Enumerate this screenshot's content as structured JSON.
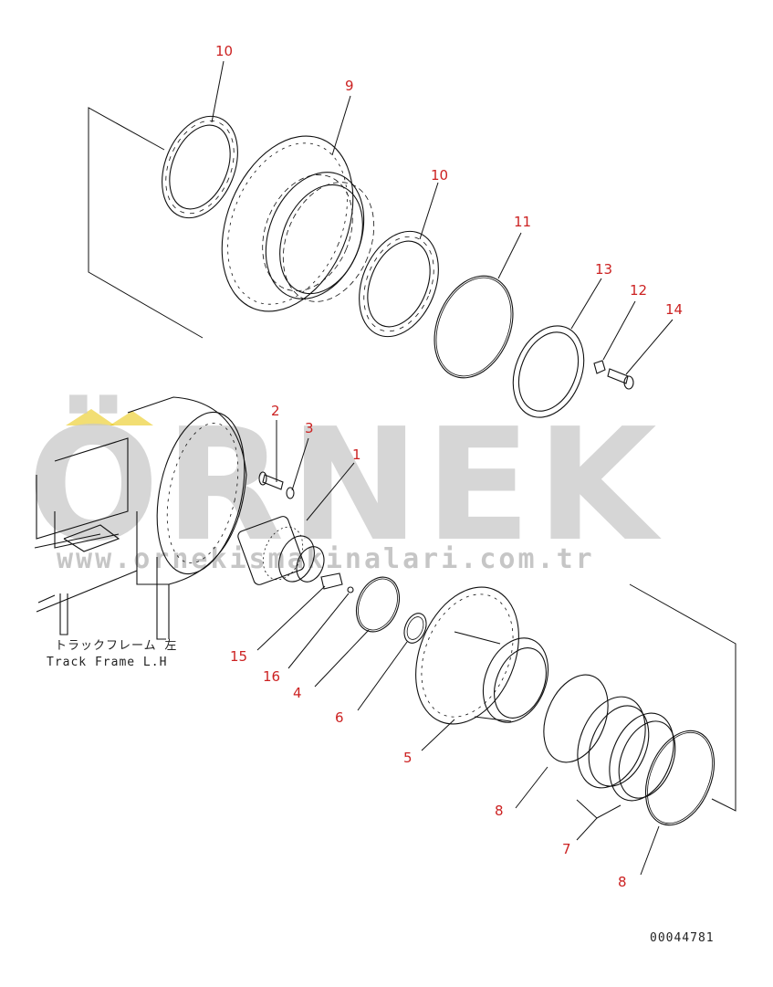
{
  "watermark": {
    "brand": "ÖRNEK",
    "url": "www.ornekismakinalari.com.tr"
  },
  "frame_label": {
    "japanese": "トラックフレーム 左",
    "english": "Track Frame L.H"
  },
  "diagram_number": "00044781",
  "callouts": {
    "c10a": "10",
    "c9": "9",
    "c10b": "10",
    "c11": "11",
    "c13": "13",
    "c12": "12",
    "c14": "14",
    "c2": "2",
    "c3": "3",
    "c1": "1",
    "c15": "15",
    "c16": "16",
    "c4": "4",
    "c6": "6",
    "c5": "5",
    "c8a": "8",
    "c7": "7",
    "c8b": "8"
  },
  "colors": {
    "callout": "#cc2222",
    "watermark": "#c9c9c9",
    "watermark_accent": "#e8c200"
  }
}
